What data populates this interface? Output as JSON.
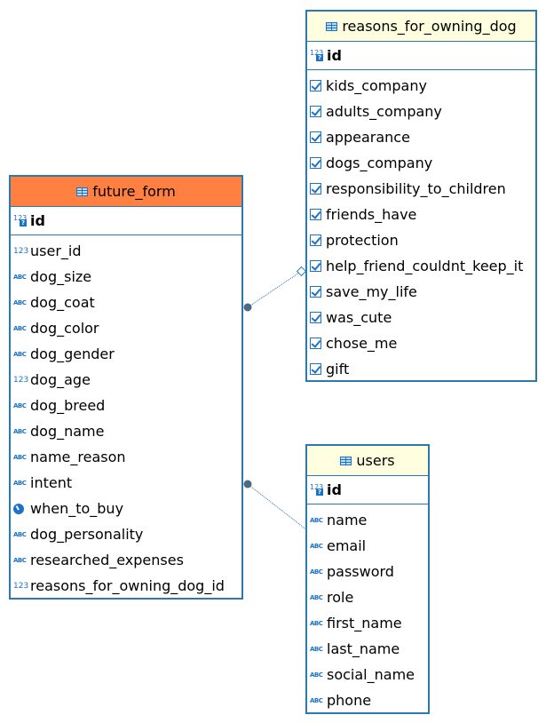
{
  "tables": {
    "future_form": {
      "title": "future_form",
      "pk": "id",
      "columns": [
        {
          "name": "user_id",
          "type": "numeric"
        },
        {
          "name": "dog_size",
          "type": "text"
        },
        {
          "name": "dog_coat",
          "type": "text"
        },
        {
          "name": "dog_color",
          "type": "text"
        },
        {
          "name": "dog_gender",
          "type": "text"
        },
        {
          "name": "dog_age",
          "type": "numeric"
        },
        {
          "name": "dog_breed",
          "type": "text"
        },
        {
          "name": "dog_name",
          "type": "text"
        },
        {
          "name": "name_reason",
          "type": "text"
        },
        {
          "name": "intent",
          "type": "text"
        },
        {
          "name": "when_to_buy",
          "type": "datetime"
        },
        {
          "name": "dog_personality",
          "type": "text"
        },
        {
          "name": "researched_expenses",
          "type": "text"
        },
        {
          "name": "reasons_for_owning_dog_id",
          "type": "numeric"
        }
      ],
      "header_color": "#ff8040"
    },
    "reasons_for_owning_dog": {
      "title": "reasons_for_owning_dog",
      "pk": "id",
      "columns": [
        {
          "name": "kids_company",
          "type": "boolean"
        },
        {
          "name": "adults_company",
          "type": "boolean"
        },
        {
          "name": "appearance",
          "type": "boolean"
        },
        {
          "name": "dogs_company",
          "type": "boolean"
        },
        {
          "name": "responsibility_to_children",
          "type": "boolean"
        },
        {
          "name": "friends_have",
          "type": "boolean"
        },
        {
          "name": "protection",
          "type": "boolean"
        },
        {
          "name": "help_friend_couldnt_keep_it",
          "type": "boolean"
        },
        {
          "name": "save_my_life",
          "type": "boolean"
        },
        {
          "name": "was_cute",
          "type": "boolean"
        },
        {
          "name": "chose_me",
          "type": "boolean"
        },
        {
          "name": "gift",
          "type": "boolean"
        }
      ],
      "header_color": "#ffffe0"
    },
    "users": {
      "title": "users",
      "pk": "id",
      "columns": [
        {
          "name": "name",
          "type": "text"
        },
        {
          "name": "email",
          "type": "text"
        },
        {
          "name": "password",
          "type": "text"
        },
        {
          "name": "role",
          "type": "text"
        },
        {
          "name": "first_name",
          "type": "text"
        },
        {
          "name": "last_name",
          "type": "text"
        },
        {
          "name": "social_name",
          "type": "text"
        },
        {
          "name": "phone",
          "type": "text"
        }
      ],
      "header_color": "#ffffe0"
    }
  },
  "icons": {
    "numeric": "numeric-type-icon",
    "text": "text-type-icon",
    "datetime": "datetime-type-icon",
    "boolean": "boolean-type-icon",
    "pk": "primary-key-icon",
    "table": "table-icon"
  },
  "labels": {
    "numeric_icon": "123",
    "text_icon": "ABC",
    "key_icon": "?"
  },
  "colors": {
    "border": "#2a7ab0",
    "icon": "#1a73c8",
    "connector": "#2a7ab0"
  },
  "relationships": [
    {
      "from": "future_form",
      "to": "reasons_for_owning_dog"
    },
    {
      "from": "future_form",
      "to": "users"
    }
  ]
}
